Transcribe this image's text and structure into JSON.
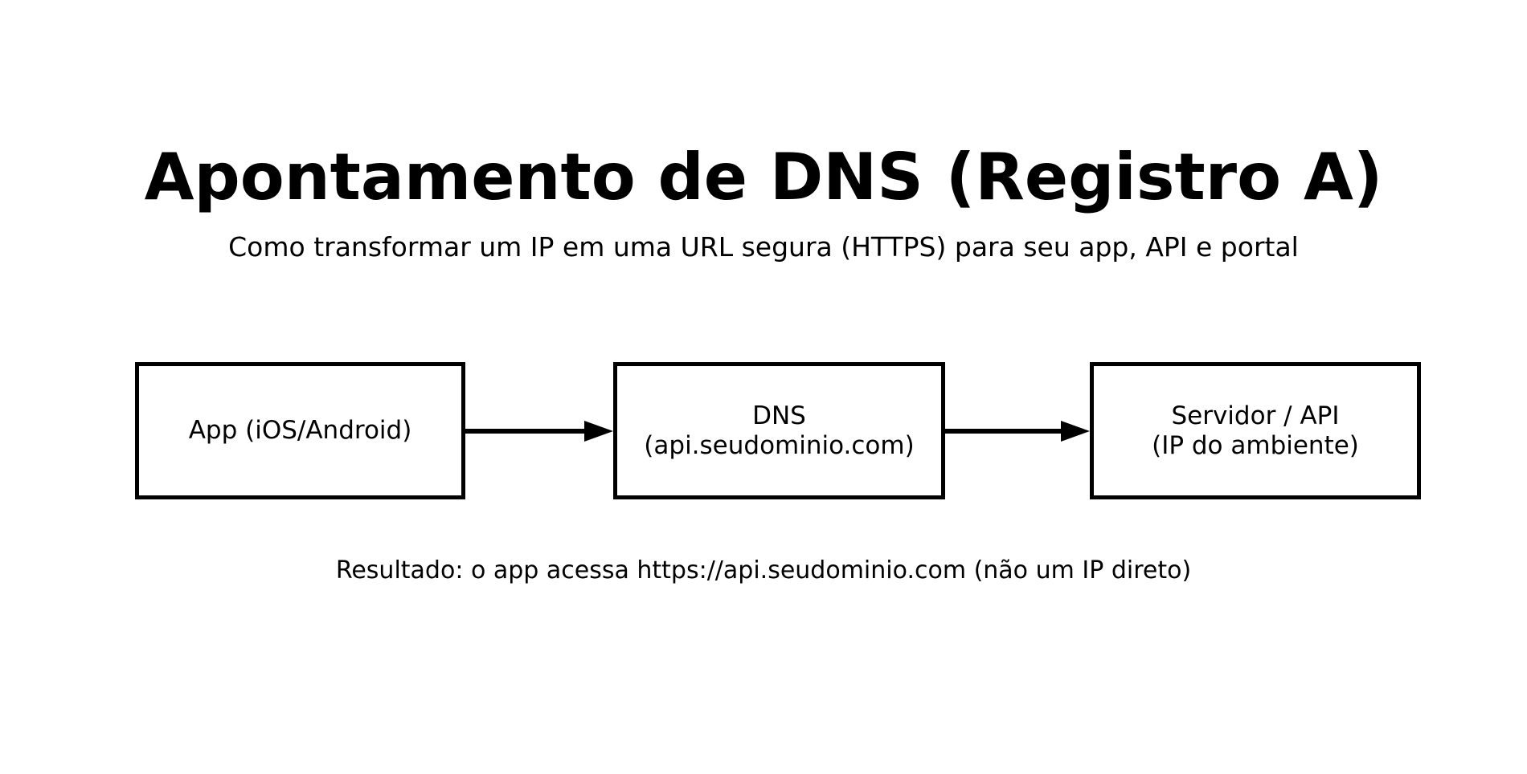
{
  "diagram": {
    "title": "Apontamento de DNS (Registro A)",
    "subtitle": "Como transformar um IP em uma URL segura (HTTPS) para seu app, API e portal",
    "nodes": [
      {
        "id": "app",
        "lines": [
          "App (iOS/Android)"
        ]
      },
      {
        "id": "dns",
        "lines": [
          "DNS",
          "(api.seudominio.com)"
        ]
      },
      {
        "id": "server",
        "lines": [
          "Servidor / API",
          "(IP do ambiente)"
        ]
      }
    ],
    "connectors": [
      {
        "from": "app",
        "to": "dns",
        "direction": "right"
      },
      {
        "from": "dns",
        "to": "server",
        "direction": "right"
      }
    ],
    "result_note": "Resultado: o app acessa https://api.seudominio.com (não um IP direto)",
    "colors": {
      "foreground": "#000000",
      "background": "#ffffff",
      "box_border": "#000000",
      "arrow": "#000000"
    }
  }
}
